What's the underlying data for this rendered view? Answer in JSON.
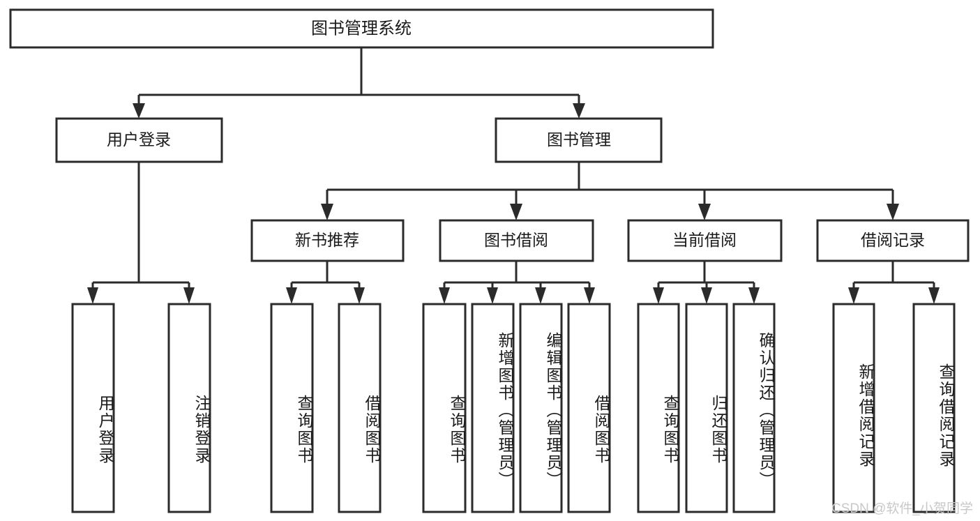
{
  "diagram": {
    "type": "hierarchy-tree",
    "title": "图书管理系统",
    "orientation": "top-down",
    "colors": {
      "box_stroke": "#2b2b2b",
      "box_fill": "#ffffff",
      "text": "#1a1a1a",
      "connector": "#2b2b2b",
      "watermark": "#c8c8c8"
    },
    "root": {
      "label": "图书管理系统"
    },
    "level2": [
      {
        "label": "用户登录"
      },
      {
        "label": "图书管理"
      }
    ],
    "level3": [
      {
        "label": "新书推荐"
      },
      {
        "label": "图书借阅"
      },
      {
        "label": "当前借阅"
      },
      {
        "label": "借阅记录"
      }
    ],
    "leaves": {
      "user_login": [
        {
          "label": "用户登录"
        },
        {
          "label": "注销登录"
        }
      ],
      "new_book_recommend": [
        {
          "label": "查询图书"
        },
        {
          "label": "借阅图书"
        }
      ],
      "book_borrow": [
        {
          "label": "查询图书"
        },
        {
          "label": "新增图书（管理员）"
        },
        {
          "label": "编辑图书（管理员）"
        },
        {
          "label": "借阅图书"
        }
      ],
      "current_borrow": [
        {
          "label": "查询图书"
        },
        {
          "label": "归还图书"
        },
        {
          "label": "确认归还（管理员）"
        }
      ],
      "borrow_record": [
        {
          "label": "新增借阅记录"
        },
        {
          "label": "查询借阅记录"
        }
      ]
    },
    "watermark": "CSDN @软件_小贺同学"
  }
}
